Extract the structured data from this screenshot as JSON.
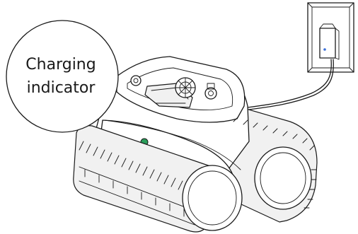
{
  "callout": {
    "line1": "Charging",
    "line2": "indicator"
  },
  "colors": {
    "indicator_led": "#2a9d5a",
    "adapter_led": "#3a6fd8",
    "line": "#1a1a1a"
  },
  "icons": [
    "robot-pool-cleaner",
    "wall-outlet",
    "power-adapter",
    "charging-indicator-led"
  ]
}
